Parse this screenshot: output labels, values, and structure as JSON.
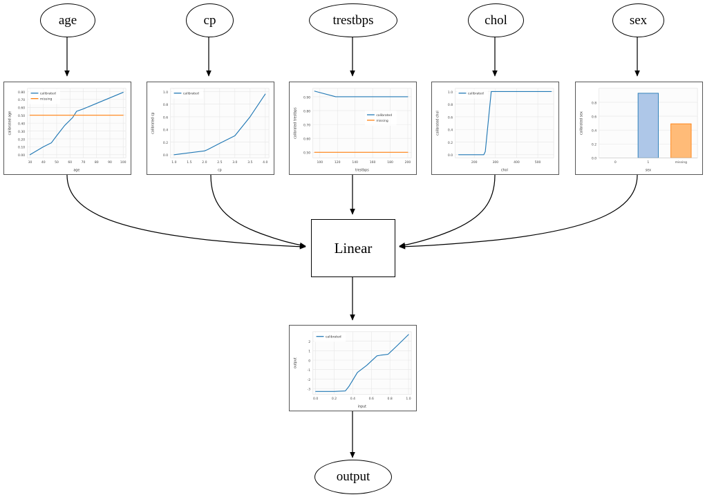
{
  "title": "calibrated feature model diagram",
  "nodes": {
    "inputs": [
      {
        "id": "age",
        "label": "age"
      },
      {
        "id": "cp",
        "label": "cp"
      },
      {
        "id": "trestbps",
        "label": "trestbps"
      },
      {
        "id": "chol",
        "label": "chol"
      },
      {
        "id": "sex",
        "label": "sex"
      }
    ],
    "linear": {
      "label": "Linear"
    },
    "output": {
      "label": "output"
    }
  },
  "colors": {
    "calibrated": "#1f77b4",
    "missing": "#ff7f0e",
    "bar_blue_fill": "#aec7e8",
    "bar_blue_edge": "#1f77b4",
    "bar_orange_fill": "#ffbb78",
    "bar_orange_edge": "#ff7f0e",
    "edge_stroke": "#000000",
    "frame_stroke": "#555555",
    "grid": "#e6e6e6"
  },
  "chart_data": [
    {
      "id": "age",
      "type": "line",
      "title": "",
      "xlabel": "age",
      "ylabel": "calibrated age",
      "xlim": [
        28,
        102
      ],
      "ylim": [
        -0.04,
        0.84
      ],
      "xticks": [
        30,
        40,
        50,
        60,
        70,
        80,
        90,
        100
      ],
      "yticks": [
        0.0,
        0.1,
        0.2,
        0.3,
        0.4,
        0.5,
        0.6,
        0.7,
        0.8
      ],
      "grid": true,
      "legend_position": "upper-left",
      "legend": [
        "calibrated",
        "missing"
      ],
      "series": [
        {
          "name": "calibrated",
          "color": "#1f77b4",
          "x": [
            30,
            40,
            46,
            50,
            56,
            62,
            65,
            70,
            80,
            90,
            100
          ],
          "y": [
            0.0,
            0.1,
            0.15,
            0.24,
            0.37,
            0.47,
            0.55,
            0.58,
            0.65,
            0.72,
            0.79
          ]
        },
        {
          "name": "missing",
          "color": "#ff7f0e",
          "x": [
            30,
            100
          ],
          "y": [
            0.5,
            0.5
          ]
        }
      ]
    },
    {
      "id": "cp",
      "type": "line",
      "title": "",
      "xlabel": "cp",
      "ylabel": "calibrated cp",
      "xlim": [
        0.88,
        4.12
      ],
      "ylim": [
        -0.05,
        1.05
      ],
      "xticks": [
        1.0,
        1.5,
        2.0,
        2.5,
        3.0,
        3.5,
        4.0
      ],
      "yticks": [
        0.0,
        0.2,
        0.4,
        0.6,
        0.8,
        1.0
      ],
      "grid": true,
      "legend_position": "upper-left",
      "legend": [
        "calibrated"
      ],
      "series": [
        {
          "name": "calibrated",
          "color": "#1f77b4",
          "x": [
            1.0,
            1.5,
            2.0,
            2.1,
            2.5,
            3.0,
            3.5,
            4.0
          ],
          "y": [
            0.0,
            0.03,
            0.06,
            0.08,
            0.18,
            0.3,
            0.6,
            0.96
          ]
        }
      ]
    },
    {
      "id": "trestbps",
      "type": "line",
      "title": "",
      "xlabel": "trestbps",
      "ylabel": "calibrated trestbps",
      "xlim": [
        92,
        204
      ],
      "ylim": [
        0.46,
        0.96
      ],
      "xticks": [
        100,
        120,
        140,
        160,
        180,
        200
      ],
      "yticks": [
        0.5,
        0.6,
        0.7,
        0.8,
        0.9
      ],
      "grid": true,
      "legend_position": "center-right",
      "legend": [
        "calibrated",
        "missing"
      ],
      "series": [
        {
          "name": "calibrated",
          "color": "#1f77b4",
          "x": [
            94,
            118,
            200
          ],
          "y": [
            0.94,
            0.9,
            0.9
          ]
        },
        {
          "name": "missing",
          "color": "#ff7f0e",
          "x": [
            94,
            200
          ],
          "y": [
            0.5,
            0.5
          ]
        }
      ]
    },
    {
      "id": "chol",
      "type": "line",
      "title": "",
      "xlabel": "chol",
      "ylabel": "calibrated chol",
      "xlim": [
        110,
        575
      ],
      "ylim": [
        -0.05,
        1.05
      ],
      "xticks": [
        200,
        300,
        400,
        500
      ],
      "yticks": [
        0.0,
        0.2,
        0.4,
        0.6,
        0.8,
        1.0
      ],
      "grid": true,
      "legend_position": "upper-left",
      "legend": [
        "calibrated"
      ],
      "series": [
        {
          "name": "calibrated",
          "color": "#1f77b4",
          "x": [
            126,
            245,
            252,
            280,
            300,
            564
          ],
          "y": [
            0.0,
            0.0,
            0.05,
            1.0,
            1.0,
            1.0
          ]
        }
      ]
    },
    {
      "id": "sex",
      "type": "bar",
      "title": "",
      "xlabel": "sex",
      "ylabel": "calibrated sex",
      "ylim": [
        0.0,
        1.0
      ],
      "yticks": [
        0.0,
        0.2,
        0.4,
        0.6,
        0.8
      ],
      "grid": true,
      "categories": [
        "0",
        "1",
        "missing"
      ],
      "values": [
        0.0,
        0.93,
        0.49
      ],
      "bar_colors": [
        "#aec7e8",
        "#aec7e8",
        "#ffbb78"
      ],
      "bar_edge_colors": [
        "#1f77b4",
        "#1f77b4",
        "#ff7f0e"
      ]
    },
    {
      "id": "output",
      "type": "line",
      "title": "",
      "xlabel": "input",
      "ylabel": "output",
      "xlim": [
        -0.03,
        1.03
      ],
      "ylim": [
        -3.6,
        3.0
      ],
      "xticks": [
        0.0,
        0.2,
        0.4,
        0.6,
        0.8,
        1.0
      ],
      "yticks": [
        -3,
        -2,
        -1,
        0,
        1,
        2
      ],
      "grid": true,
      "legend_position": "upper-left",
      "legend": [
        "calibrated"
      ],
      "series": [
        {
          "name": "calibrated",
          "color": "#1f77b4",
          "x": [
            0.0,
            0.2,
            0.32,
            0.36,
            0.45,
            0.55,
            0.66,
            0.7,
            0.78,
            0.88,
            1.0
          ],
          "y": [
            -3.3,
            -3.3,
            -3.25,
            -2.75,
            -1.3,
            -0.55,
            0.45,
            0.52,
            0.62,
            1.55,
            2.7
          ]
        }
      ]
    }
  ]
}
